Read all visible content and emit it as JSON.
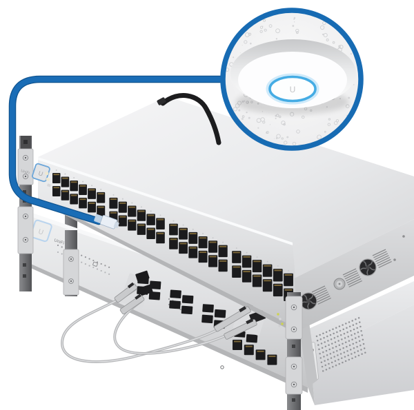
{
  "colors": {
    "background": "#ffffff",
    "cable_blue": "#1a6db6",
    "cable_blue_dark": "#0f538f",
    "callout_border": "#176bb3",
    "led_ring": "#45ace4",
    "led_ring_glow": "#cfeafa",
    "chassis_top_light": "#f4f4f5",
    "chassis_top_dark": "#d6d7d9",
    "face_light": "#ebecee",
    "face_dark": "#c6c7c9",
    "port_dark": "#1b1b1d",
    "port_pins": "#7a6536",
    "rail_light": "#86878a",
    "rail_dark": "#55565a",
    "rail_hole": "#3e3f41",
    "ear_light": "#d5d6d8",
    "ear_border": "#aeafb1",
    "dac_gray": "#b7b8ba",
    "dac_highlight": "#e4e5e7",
    "metal": "#c9cacc",
    "power_cable": "#1c1c1e",
    "led_green": "#7ac143",
    "led_cream": "#efe8d0",
    "led_gray": "#d8d9db",
    "speckle": "#cfd0d2",
    "grille_dot": "#939498",
    "fan_dark": "#2a2a2c",
    "vent": "#8a8b8d",
    "shadow_band": "#b4b5b7",
    "badge_border_strong": "#6ca6d9",
    "badge_border_soft": "#b9d4ee",
    "badge_glyph": "#a7a8aa",
    "brand_gray": "#86878a",
    "brand_chip": "#4e4f51"
  },
  "devices": {
    "switch48": {
      "brand": "UniFi",
      "badge": "U",
      "ports": {
        "columns": 24,
        "rows": 2,
        "group_size": 6
      },
      "status_leds": 3
    },
    "switchXG": {
      "brand": "UniFi",
      "badge": "U",
      "sfp": {
        "groups": 4,
        "columns_per_group": 2,
        "rows": 2
      },
      "uplink_ports": 4,
      "indicator_dots_per_row": 14,
      "indicator_rows": 2
    },
    "accessPoint": {
      "logo": "U"
    },
    "sideDevice": {
      "grille": {
        "rows": 9,
        "cols": 14
      }
    }
  },
  "cables": {
    "ethernet_count": 1,
    "dac_count": 2,
    "power_count": 1
  }
}
